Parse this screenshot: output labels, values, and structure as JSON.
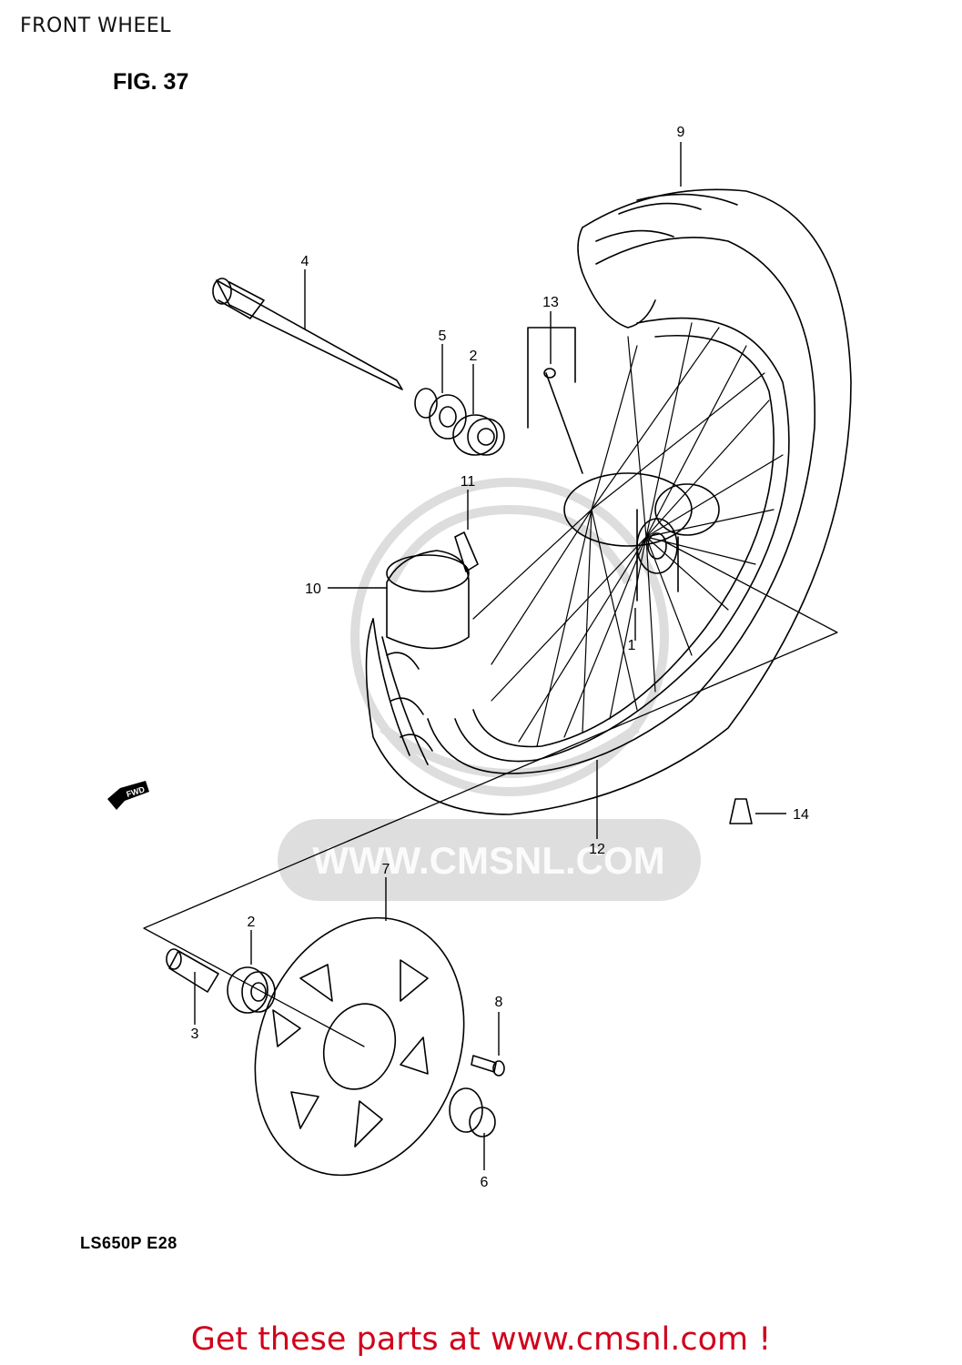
{
  "header": {
    "title": "FRONT WHEEL"
  },
  "figure": {
    "label": "FIG. 37",
    "model_code": "LS650P  E28",
    "watermark": "WWW.CMSNL.COM",
    "direction_tag": "FWD"
  },
  "callouts": [
    {
      "id": "c1",
      "number": "1"
    },
    {
      "id": "c2a",
      "number": "2"
    },
    {
      "id": "c2b",
      "number": "2"
    },
    {
      "id": "c3",
      "number": "3"
    },
    {
      "id": "c4",
      "number": "4"
    },
    {
      "id": "c5",
      "number": "5"
    },
    {
      "id": "c6",
      "number": "6"
    },
    {
      "id": "c7",
      "number": "7"
    },
    {
      "id": "c8",
      "number": "8"
    },
    {
      "id": "c9",
      "number": "9"
    },
    {
      "id": "c10",
      "number": "10"
    },
    {
      "id": "c11",
      "number": "11"
    },
    {
      "id": "c12",
      "number": "12"
    },
    {
      "id": "c13",
      "number": "13"
    },
    {
      "id": "c14",
      "number": "14"
    }
  ],
  "footer": {
    "cta": "Get these parts at www.cmsnl.com !",
    "cta_color": "#d0021b"
  }
}
